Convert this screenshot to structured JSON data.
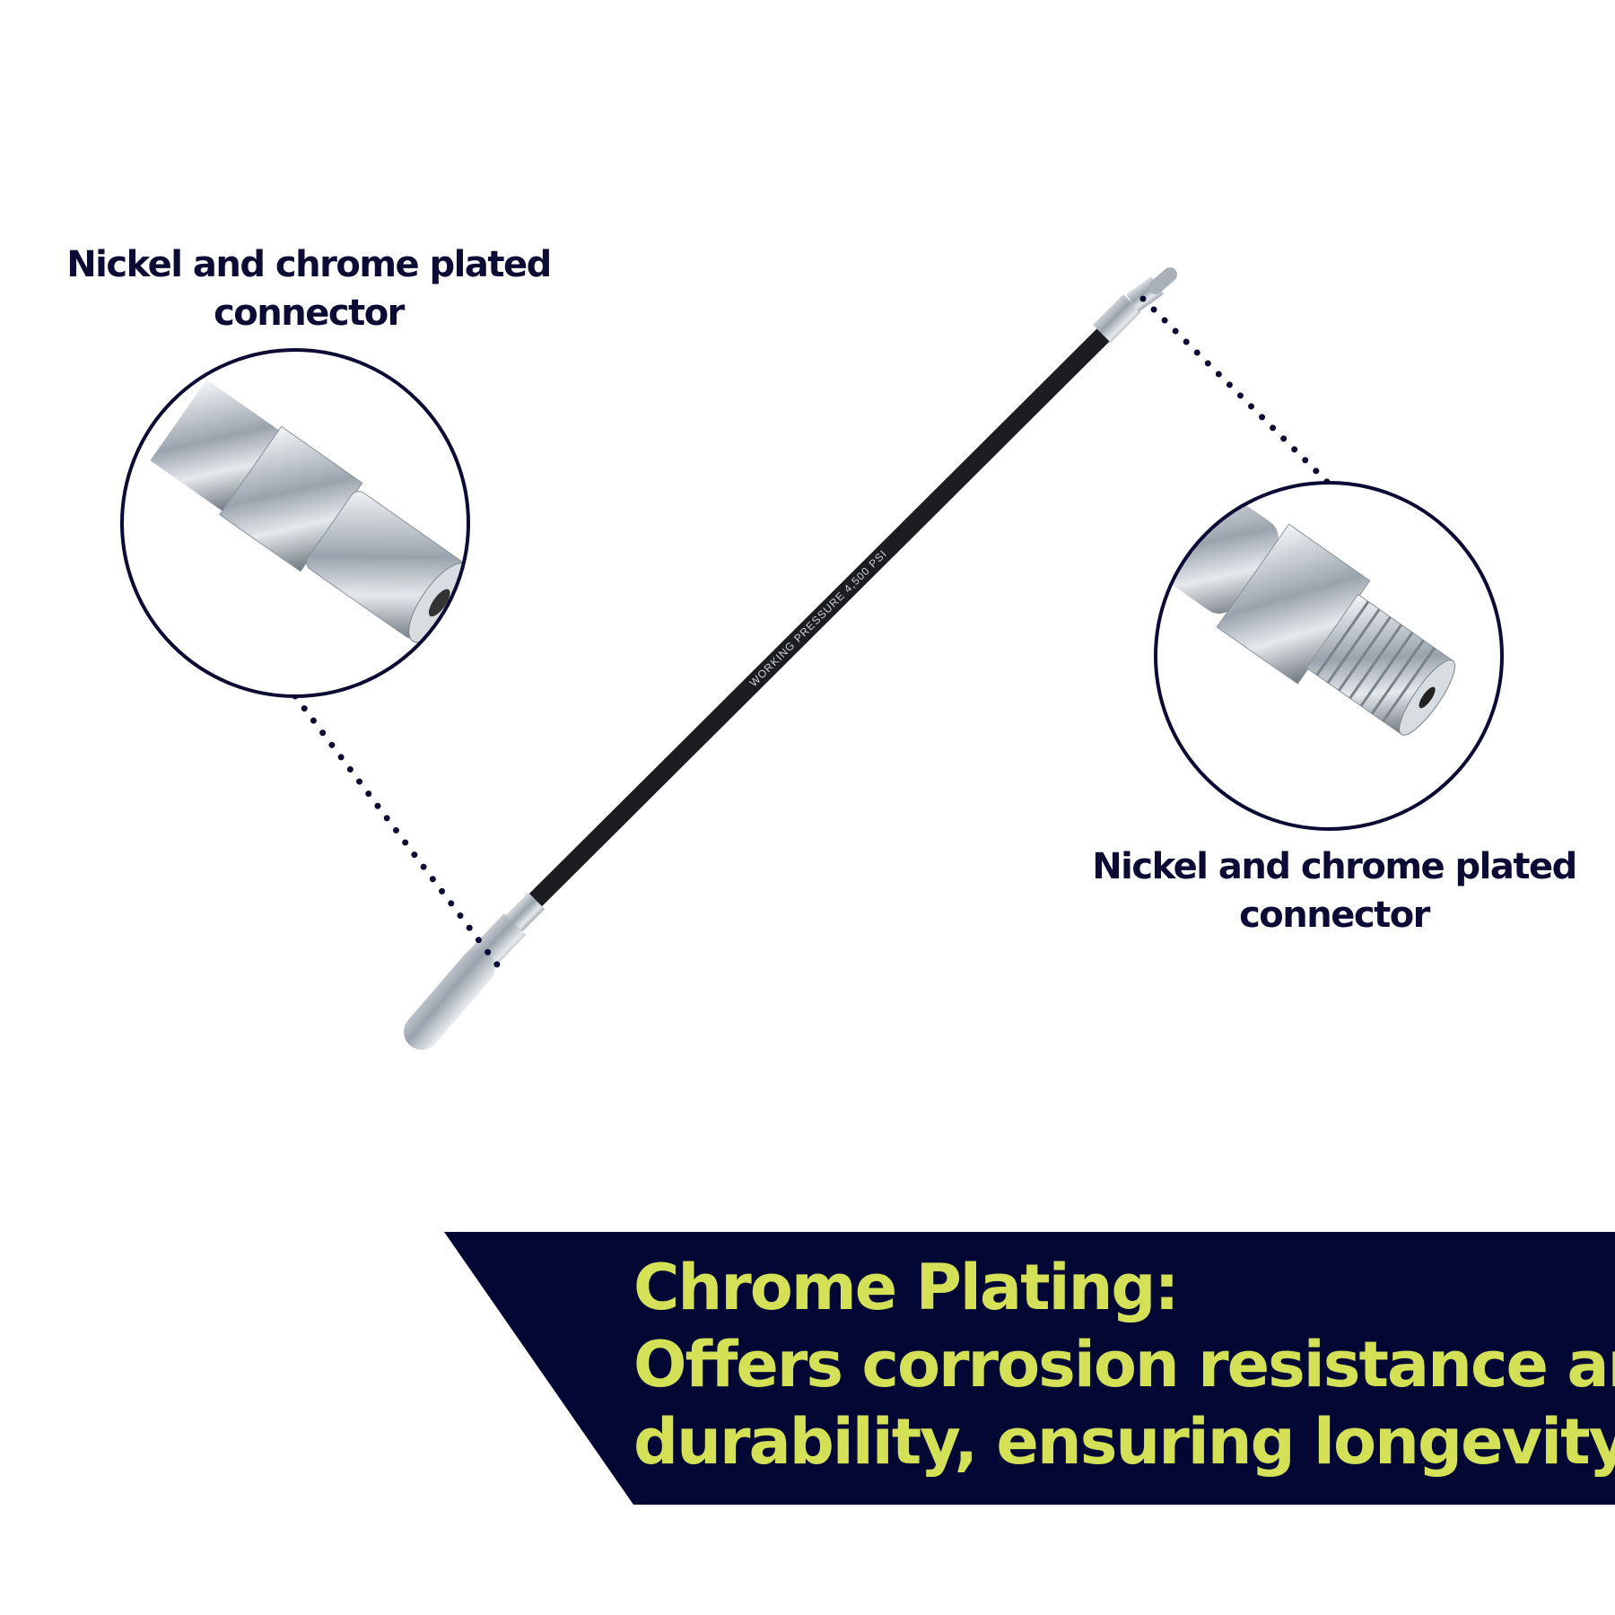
{
  "callouts": [
    {
      "line1": "Nickel and chrome plated",
      "line2": "connector",
      "part": "coupler-end"
    },
    {
      "line1": "Nickel and chrome plated",
      "line2": "connector",
      "part": "threaded-end"
    }
  ],
  "hose": {
    "print_text": "WORKING PRESSURE 4,500 PSI"
  },
  "banner": {
    "heading": "Chrome Plating:",
    "line2": "Offers corrosion resistance and",
    "line3": "durability, ensuring longevity"
  },
  "colors": {
    "navy": "#020833",
    "accent": "#d4e157",
    "label": "#0b0b35",
    "chrome": "#b9c0c8"
  }
}
